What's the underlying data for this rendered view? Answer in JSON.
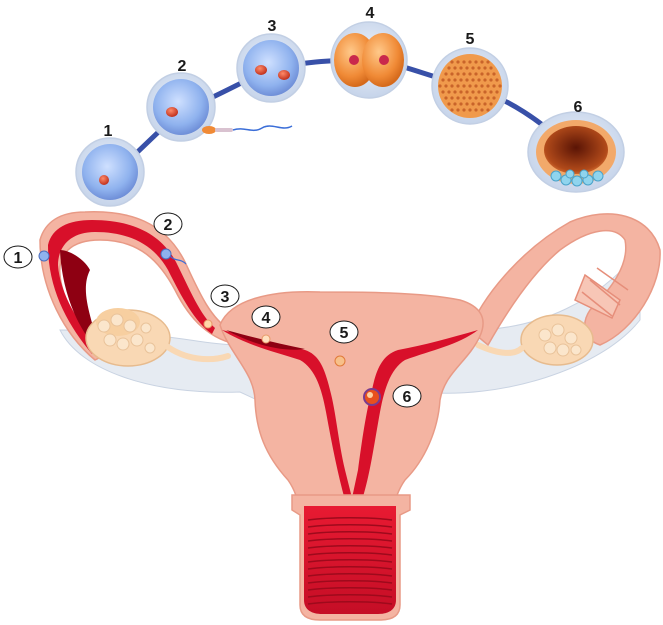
{
  "stages": [
    {
      "label": "1",
      "icon": "oocyte-icon"
    },
    {
      "label": "2",
      "icon": "fertilized-egg-icon"
    },
    {
      "label": "3",
      "icon": "zygote-pronuclei-icon"
    },
    {
      "label": "4",
      "icon": "two-cell-embryo-icon"
    },
    {
      "label": "5",
      "icon": "morula-icon"
    },
    {
      "label": "6",
      "icon": "blastocyst-icon"
    }
  ],
  "markers": [
    {
      "label": "1"
    },
    {
      "label": "2"
    },
    {
      "label": "3"
    },
    {
      "label": "4"
    },
    {
      "label": "5"
    },
    {
      "label": "6"
    }
  ],
  "colors": {
    "tissue_light": "#f4b4a2",
    "tissue_mid": "#eda08c",
    "cavity_red": "#d8102a",
    "tube_dark": "#8e0012",
    "ovary": "#f9d8b4",
    "membrane": "#e6ebf2",
    "cell_blue": "#8fb2ee",
    "path_blue": "#3850a8"
  }
}
